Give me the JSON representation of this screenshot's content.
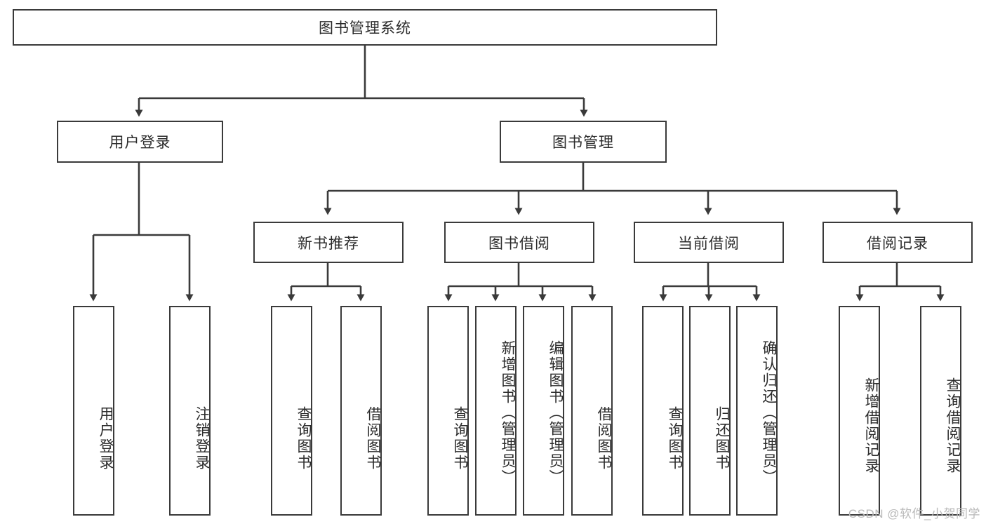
{
  "diagram": {
    "title": "图书管理系统",
    "type": "tree-hierarchy",
    "style": {
      "box_border": "#3a3a3a",
      "box_fill": "#ffffff",
      "edge_color": "#3a3a3a",
      "text_color": "#2b2b2b",
      "background": "#ffffff"
    },
    "levels": {
      "root": {
        "label": "图书管理系统"
      },
      "level2": [
        {
          "id": "user-login",
          "label": "用户登录"
        },
        {
          "id": "book-management",
          "label": "图书管理"
        }
      ],
      "level3": [
        {
          "id": "new-book-recommend",
          "label": "新书推荐",
          "parent": "book-management"
        },
        {
          "id": "book-borrow",
          "label": "图书借阅",
          "parent": "book-management"
        },
        {
          "id": "current-borrow",
          "label": "当前借阅",
          "parent": "book-management"
        },
        {
          "id": "borrow-record",
          "label": "借阅记录",
          "parent": "book-management"
        }
      ],
      "leaves": [
        {
          "id": "leaf-user-login",
          "label": "用户登录",
          "parent": "user-login"
        },
        {
          "id": "leaf-user-logout",
          "label": "注销登录",
          "parent": "user-login"
        },
        {
          "id": "leaf-query-book-1",
          "label": "查询图书",
          "parent": "new-book-recommend"
        },
        {
          "id": "leaf-borrow-book-1",
          "label": "借阅图书",
          "parent": "new-book-recommend"
        },
        {
          "id": "leaf-query-book-2",
          "label": "查询图书",
          "parent": "book-borrow"
        },
        {
          "id": "leaf-add-book",
          "label": "新增图书（管理员）",
          "parent": "book-borrow"
        },
        {
          "id": "leaf-edit-book",
          "label": "编辑图书（管理员）",
          "parent": "book-borrow"
        },
        {
          "id": "leaf-borrow-book-2",
          "label": "借阅图书",
          "parent": "book-borrow"
        },
        {
          "id": "leaf-query-book-3",
          "label": "查询图书",
          "parent": "current-borrow"
        },
        {
          "id": "leaf-return-book",
          "label": "归还图书",
          "parent": "current-borrow"
        },
        {
          "id": "leaf-confirm-return",
          "label": "确认归还（管理员）",
          "parent": "current-borrow"
        },
        {
          "id": "leaf-add-record",
          "label": "新增借阅记录",
          "parent": "borrow-record"
        },
        {
          "id": "leaf-query-record",
          "label": "查询借阅记录",
          "parent": "borrow-record"
        }
      ]
    }
  },
  "watermark": {
    "text": "CSDN @软件_小贺同学"
  }
}
